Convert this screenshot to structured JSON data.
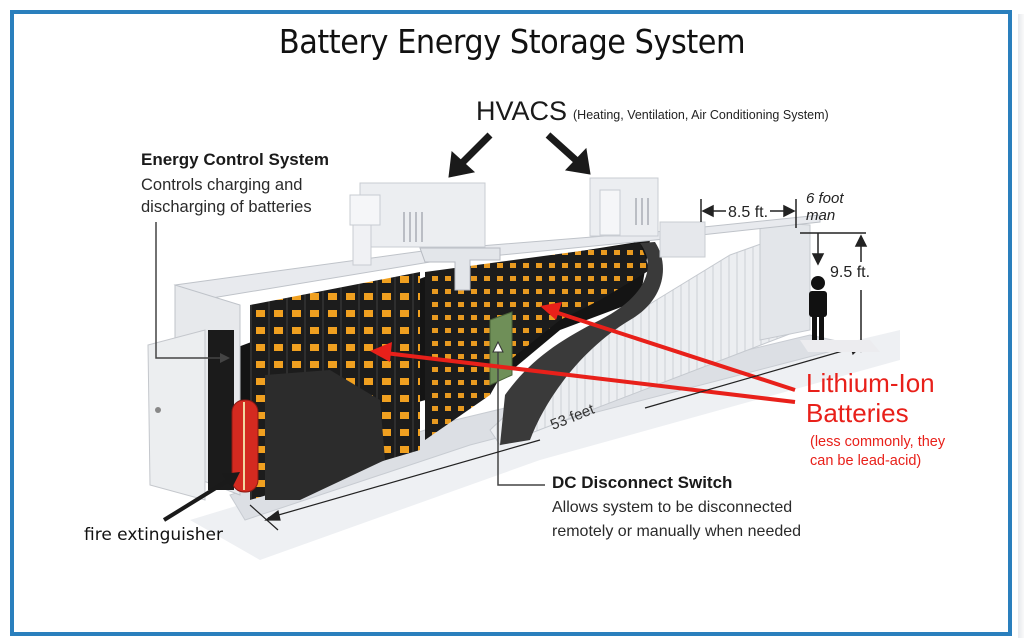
{
  "title": "Battery Energy Storage System",
  "labels": {
    "hvacs": {
      "heading": "HVACS",
      "description": "(Heating, Ventilation, Air Conditioning System)"
    },
    "energy_control_system": {
      "heading": "Energy Control System",
      "description_lines": [
        "Controls charging and",
        "discharging of batteries"
      ]
    },
    "lithium_ion": {
      "heading_lines": [
        "Lithium-Ion",
        "Batteries"
      ],
      "note_lines": [
        "(less commonly, they",
        "can be lead-acid)"
      ]
    },
    "dc_disconnect": {
      "heading": "DC Disconnect Switch",
      "description_lines": [
        "Allows system to be disconnected",
        "remotely or manually when needed"
      ]
    },
    "fire_extinguisher": "fire extinguisher"
  },
  "dimensions": {
    "width": "8.5 ft.",
    "height": "9.5 ft.",
    "length": "53 feet",
    "scale_reference_lines": [
      "6 foot",
      "man"
    ]
  },
  "colors": {
    "frame": "#2a7fbd",
    "callout_red": "#e8201a",
    "battery_cell": "#f0a020",
    "rack": "#1c1c1c",
    "container": "#e8eaee"
  }
}
